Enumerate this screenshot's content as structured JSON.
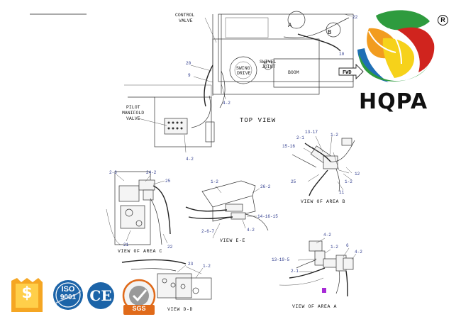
{
  "brand": {
    "name": "HQPA",
    "registered_mark": "R",
    "colors": {
      "green": "#2e9b3e",
      "red": "#d0241e",
      "orange": "#f29c1f",
      "yellow": "#f6d21a",
      "blue": "#1f6fb5",
      "dark": "#111111"
    }
  },
  "badges": {
    "iso_label": "ISO",
    "iso_number": "9001",
    "ce_label": "CE",
    "sgs_label": "SGS",
    "money_symbol": "$"
  },
  "top": {
    "top_view": "TOP VIEW",
    "control_valve": [
      "CONTROL",
      "VALVE"
    ],
    "swivel_joint": [
      "SWIVEL",
      "JOINT"
    ],
    "swing_drive": [
      "SWING",
      "DRIVE"
    ],
    "boom": "BOOM",
    "fwd": "FWD",
    "pilot_manifold": [
      "PILOT",
      "MANIFOLD",
      "VALVE"
    ],
    "port_a": "A",
    "port_b": "B",
    "num_22": "22",
    "num_10": "10",
    "num_20": "20",
    "num_9": "9",
    "num_4_2a": "4-2",
    "num_4_2b": "4-2"
  },
  "area_b": {
    "title": "VIEW OF AREA B",
    "n1": "13-17",
    "n2": "2-1",
    "n3": "1-2",
    "n4": "15-16",
    "n5": "12",
    "n6": "1-2",
    "n7": "25",
    "n8": "11"
  },
  "area_c": {
    "title": "VIEW OF AREA C",
    "n1": "2-3",
    "n2": "24-2",
    "n3": "25",
    "n4": "21",
    "n5": "22"
  },
  "view_ee": {
    "title": "VIEW E-E",
    "n1": "1-2",
    "n2": "26-2",
    "n3": "14-16-15",
    "n4": "4-2",
    "n5": "2-6-7"
  },
  "area_a": {
    "title": "VIEW OF AREA A",
    "n1": "4-2",
    "n2": "1-2",
    "n3": "6",
    "n4": "4-2",
    "n5": "13-19-5",
    "n6": "2-1"
  },
  "view_dd": {
    "title": "VIEW D-D",
    "n1": "23",
    "n2": "1-2"
  }
}
